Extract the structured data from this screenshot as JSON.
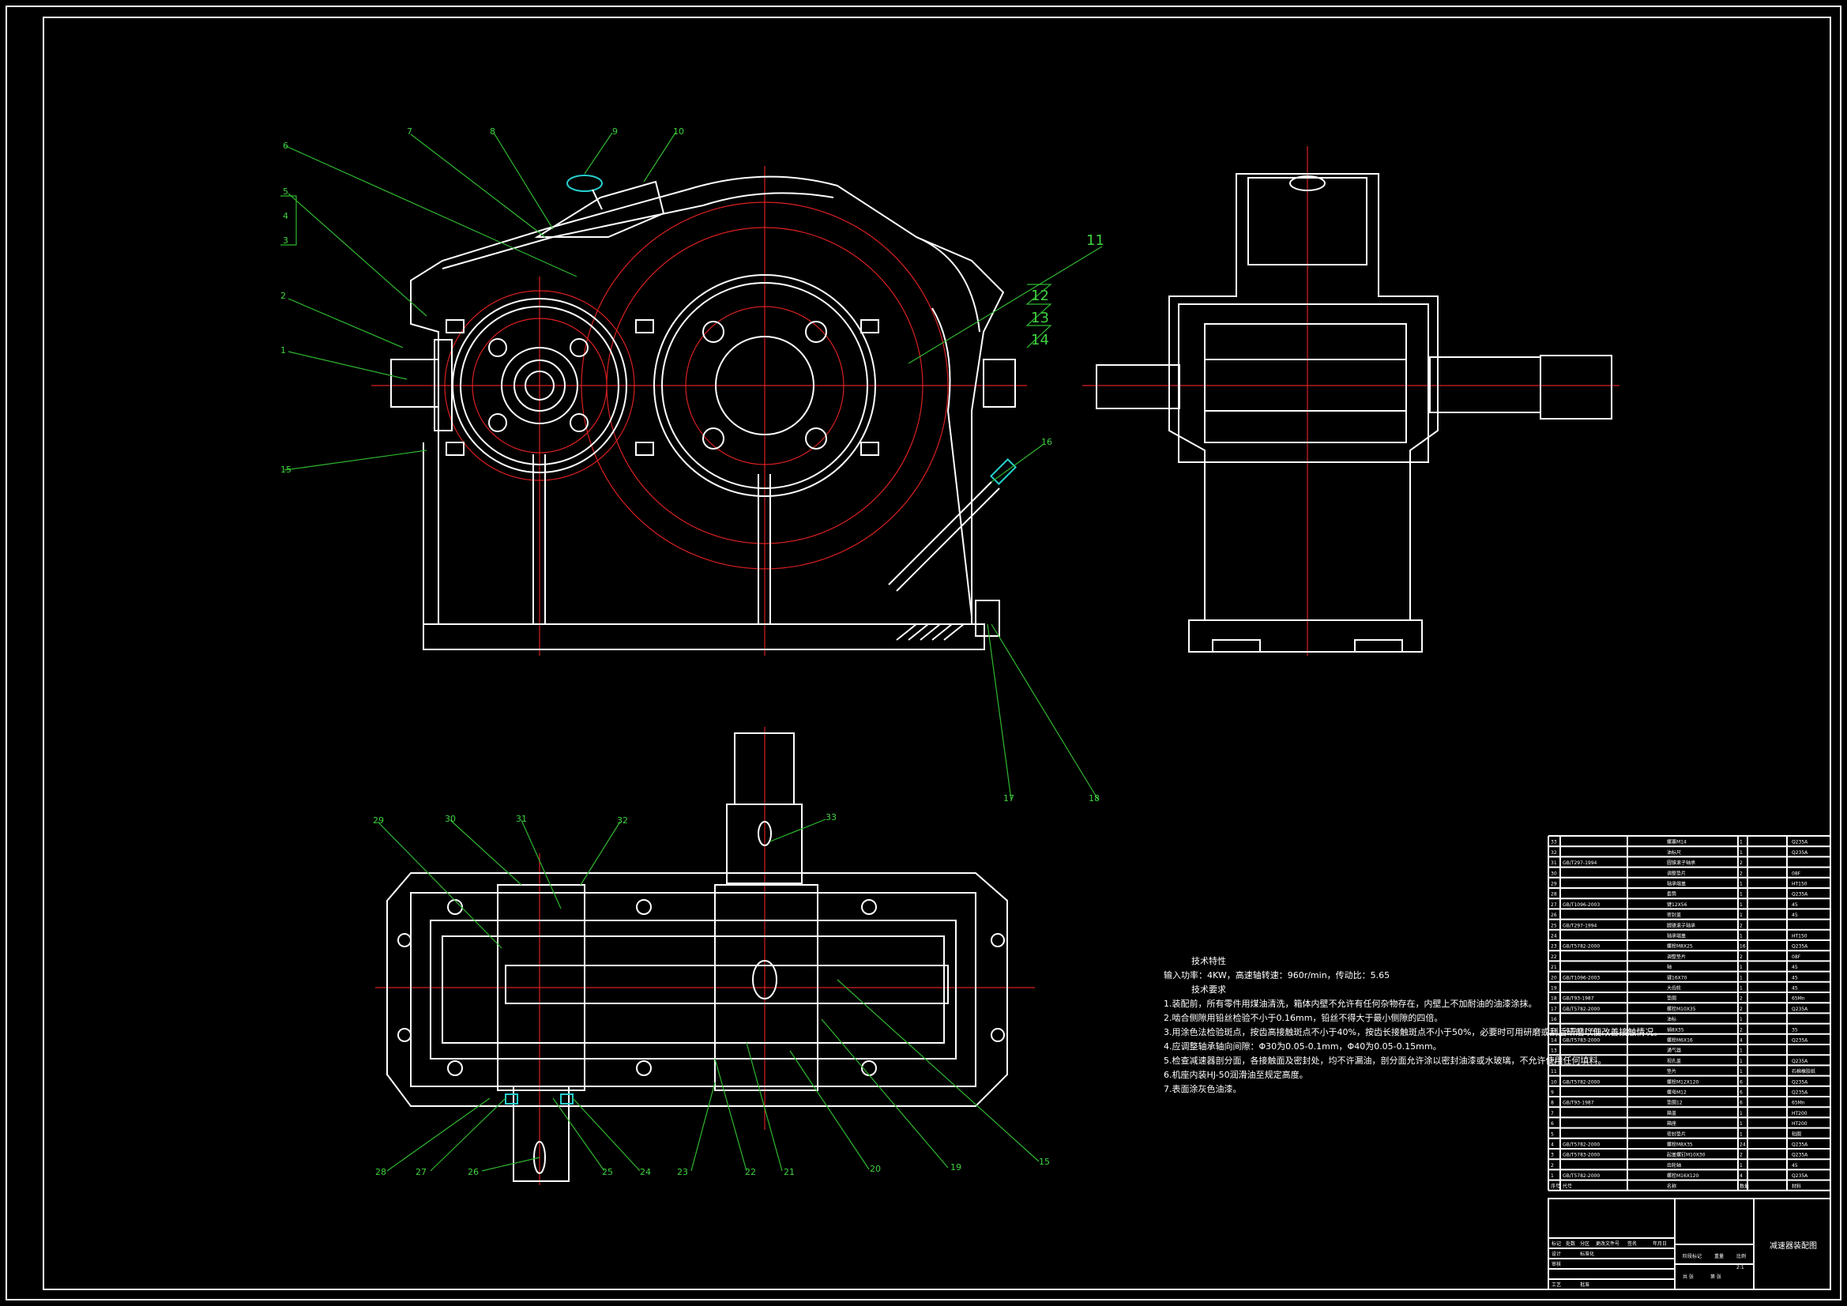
{
  "drawing": {
    "callouts_front": [
      "1",
      "2",
      "3",
      "4",
      "5",
      "6",
      "7",
      "8",
      "9",
      "10",
      "11",
      "12",
      "13",
      "14",
      "15",
      "16",
      "17",
      "18"
    ],
    "callouts_top": [
      "15",
      "19",
      "20",
      "21",
      "22",
      "23",
      "24",
      "25",
      "26",
      "27",
      "28",
      "29",
      "30",
      "31",
      "32",
      "33"
    ],
    "colors": {
      "background": "#000000",
      "lines": "#ffffff",
      "center_lines": "#d92020",
      "leaders": "#2fb82f",
      "hatch": "#28d0d0"
    }
  },
  "notes": {
    "title": "技术特性",
    "specs": "输入功率：4KW，高速轴转速：960r/min，传动比：5.65",
    "req_title": "技术要求",
    "lines": [
      "1.装配前，所有零件用煤油清洗，箱体内壁不允许有任何杂物存在，内壁上不加耐油的油漆涂抹。",
      "2.啮合侧隙用铅丝检验不小于0.16mm，铅丝不得大于最小侧隙的四倍。",
      "3.用涂色法检验斑点，按齿高接触斑点不小于40%，按齿长接触斑点不小于50%，必要时可用研磨或刮后研磨以便改善接触情况。",
      "4.应调整轴承轴向间隙：Φ30为0.05-0.1mm，Φ40为0.05-0.15mm。",
      "5.检查减速器剖分面，各接触面及密封处，均不许漏油，剖分面允许涂以密封油漆或水玻璃，不允许使用任何填料。",
      "6.机座内装HJ-50润滑油至规定高度。",
      "7.表面涂灰色油漆。"
    ]
  },
  "title_block": {
    "title": "减速器装配图",
    "header": [
      "序号",
      "代号",
      "名称",
      "数量",
      "材料"
    ],
    "rows": [
      [
        "33",
        "",
        "螺塞M14",
        "1",
        "Q235A"
      ],
      [
        "32",
        "",
        "油标尺",
        "1",
        "Q235A"
      ],
      [
        "31",
        "GB/T297-1994",
        "圆锥滚子轴承",
        "2",
        ""
      ],
      [
        "30",
        "",
        "调整垫片",
        "2",
        "08F"
      ],
      [
        "29",
        "",
        "轴承端盖",
        "1",
        "HT150"
      ],
      [
        "28",
        "",
        "套筒",
        "1",
        "Q235A"
      ],
      [
        "27",
        "GB/T1096-2003",
        "键12X56",
        "1",
        "45"
      ],
      [
        "26",
        "",
        "密封盖",
        "1",
        "45"
      ],
      [
        "25",
        "GB/T297-1994",
        "圆锥滚子轴承",
        "2",
        ""
      ],
      [
        "24",
        "",
        "轴承端盖",
        "1",
        "HT150"
      ],
      [
        "23",
        "GB/T5782-2000",
        "螺栓M8X25",
        "16",
        "Q235A"
      ],
      [
        "22",
        "",
        "调整垫片",
        "2",
        "08F"
      ],
      [
        "21",
        "",
        "轴",
        "1",
        "45"
      ],
      [
        "20",
        "GB/T1096-2003",
        "键16X70",
        "1",
        "45"
      ],
      [
        "19",
        "",
        "大齿轮",
        "1",
        "45"
      ],
      [
        "18",
        "GB/T93-1987",
        "垫圈",
        "2",
        "65Mn"
      ],
      [
        "17",
        "GB/T5782-2000",
        "螺栓M10X35",
        "2",
        "Q235A"
      ],
      [
        "16",
        "",
        "油标",
        "1",
        ""
      ],
      [
        "15",
        "GB/T117-2000",
        "销8X35",
        "2",
        "35"
      ],
      [
        "14",
        "GB/T5783-2000",
        "螺栓M6X16",
        "4",
        "Q235A"
      ],
      [
        "13",
        "",
        "通气器",
        "1",
        ""
      ],
      [
        "12",
        "",
        "视孔盖",
        "1",
        "Q235A"
      ],
      [
        "11",
        "",
        "垫片",
        "1",
        "石棉橡胶纸"
      ],
      [
        "10",
        "GB/T5782-2000",
        "螺栓M12X120",
        "6",
        "Q235A"
      ],
      [
        "9",
        "",
        "螺母M12",
        "6",
        "Q235A"
      ],
      [
        "8",
        "GB/T93-1987",
        "垫圈12",
        "6",
        "65Mn"
      ],
      [
        "7",
        "",
        "箱盖",
        "1",
        "HT200"
      ],
      [
        "6",
        "",
        "箱座",
        "1",
        "HT200"
      ],
      [
        "5",
        "",
        "密封垫片",
        "1",
        "毡圈"
      ],
      [
        "4",
        "GB/T5782-2000",
        "螺栓M8X35",
        "24",
        "Q235A"
      ],
      [
        "3",
        "GB/T5783-2000",
        "起盖螺钉M10X30",
        "2",
        "Q235A"
      ],
      [
        "2",
        "",
        "齿轮轴",
        "1",
        "45"
      ],
      [
        "1",
        "GB/T5782-2000",
        "螺栓M16X120",
        "4",
        "Q235A"
      ]
    ],
    "sign_row1": [
      "标记",
      "处数",
      "分区",
      "更改文件号",
      "签名",
      "年月日"
    ],
    "sign_row2": [
      "设计",
      "",
      "标准化",
      "",
      "阶段标记",
      "重量",
      "比例"
    ],
    "sign_row3": [
      "审核",
      "",
      "",
      "",
      "",
      "",
      "2:1"
    ],
    "sign_row4": [
      "工艺",
      "",
      "批准",
      "",
      "共 张",
      "第 张"
    ]
  }
}
